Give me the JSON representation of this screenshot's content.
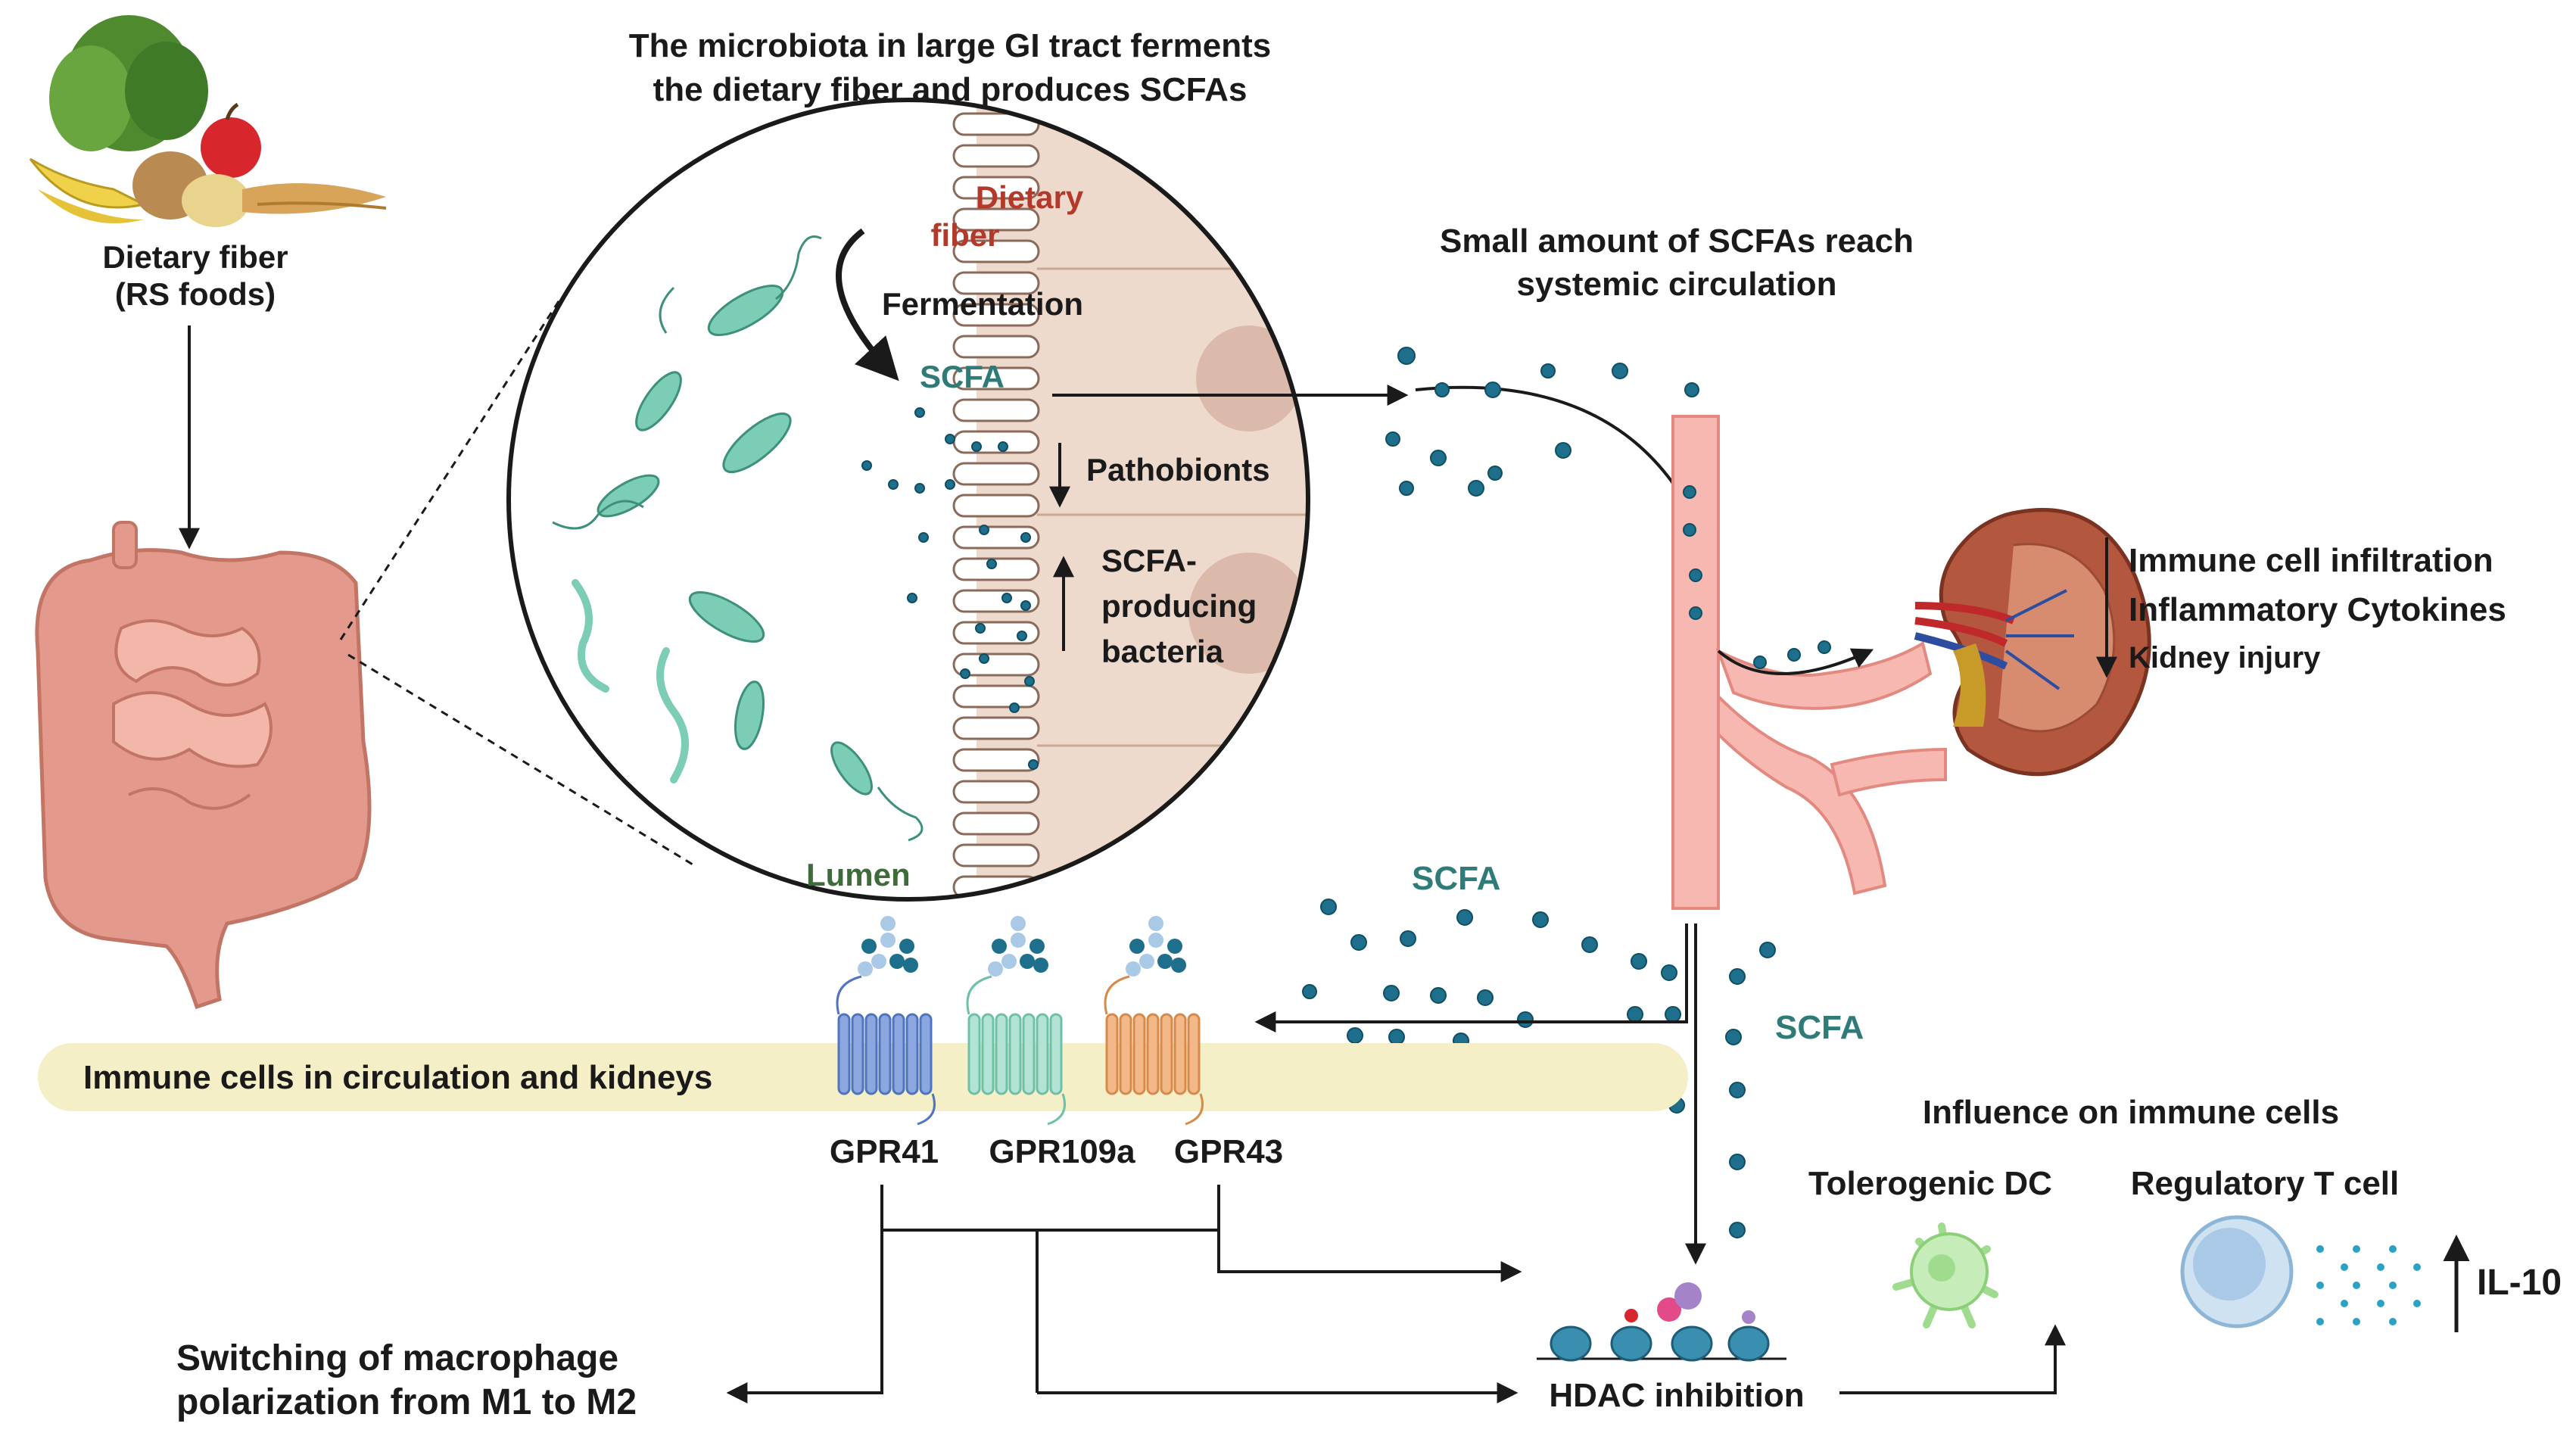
{
  "fiber_label": [
    "Dietary fiber",
    "(RS foods)"
  ],
  "inset_title": [
    "The microbiota in large GI tract ferments",
    "the dietary fiber and produces SCFAs"
  ],
  "inset_labels": {
    "dietary_fiber": [
      "Dietary",
      "fiber"
    ],
    "fermentation": "Fermentation",
    "scfa": "SCFA",
    "pathobionts": "Pathobionts",
    "scfa_producing": [
      "SCFA-",
      "producing",
      "bacteria"
    ],
    "lumen": "Lumen"
  },
  "circulation_title": [
    "Small amount of SCFAs reach",
    "systemic circulation"
  ],
  "kidney_effects": [
    "Immune cell infiltration",
    "Inflammatory Cytokines",
    "Kidney injury"
  ],
  "scfa_blood_label": "SCFA",
  "scfa_down_label": "SCFA",
  "immune_band_label": "Immune cells in circulation and kidneys",
  "receptors": [
    "GPR41",
    "GPR109a",
    "GPR43"
  ],
  "macrophage_label": [
    "Switching of macrophage",
    "polarization from M1 to M2"
  ],
  "hdac_label": "HDAC inhibition",
  "influence_label": "Influence on immune cells",
  "tolerogenic_label": "Tolerogenic DC",
  "treg_label": "Regulatory T cell",
  "il10_label": "IL-10",
  "colors": {
    "teal": "#2e7b78",
    "dot": "#1e6f8c",
    "band": "#f4efc6",
    "vessel": "#f6b8b0",
    "kidney": "#b4573f",
    "colon": "#e39a8c"
  }
}
